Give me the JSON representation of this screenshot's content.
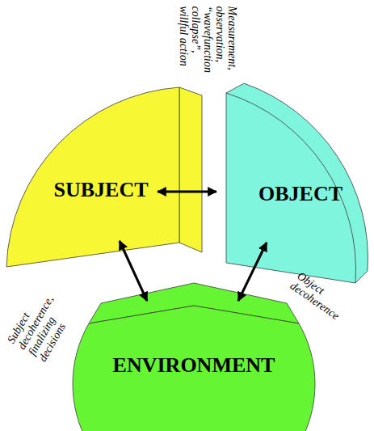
{
  "diagram": {
    "nodes": [
      {
        "text": [
          "SUBJECT"
        ]
      },
      {
        "text": [
          "OBJECT"
        ]
      },
      {
        "text": [
          "ENVIRONMENT"
        ]
      }
    ],
    "edges": [
      {
        "from": 0,
        "to": 1,
        "arrow": "both",
        "label": "Measurement, observation, “wavefunction collapse”, willful action"
      },
      {
        "from": 0,
        "to": 2,
        "arrow": "both",
        "label": "Subject decoherence, finalizing decisions"
      },
      {
        "from": 1,
        "to": 2,
        "arrow": "both",
        "label": "Object decoherence"
      }
    ]
  }
}
